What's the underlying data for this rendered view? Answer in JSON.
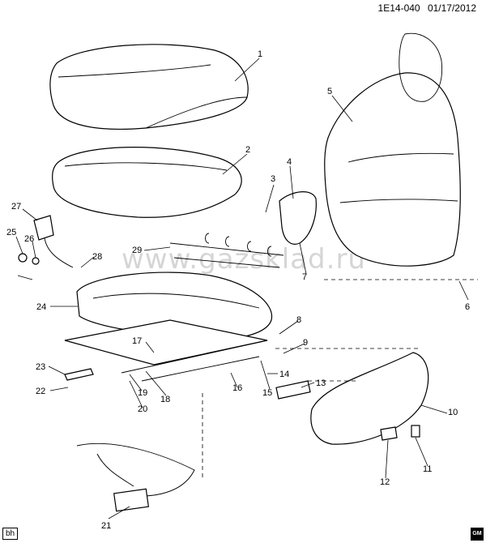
{
  "header": {
    "code": "1E14-040",
    "date": "01/17/2012"
  },
  "watermark": "www.gazsklad.ru",
  "footer": {
    "badge": "bh",
    "logo": "GM"
  },
  "callouts": [
    "1",
    "2",
    "3",
    "4",
    "5",
    "6",
    "7",
    "8",
    "9",
    "10",
    "11",
    "12",
    "13",
    "14",
    "15",
    "16",
    "17",
    "18",
    "19",
    "20",
    "21",
    "22",
    "23",
    "24",
    "25",
    "26",
    "27",
    "28",
    "29"
  ]
}
